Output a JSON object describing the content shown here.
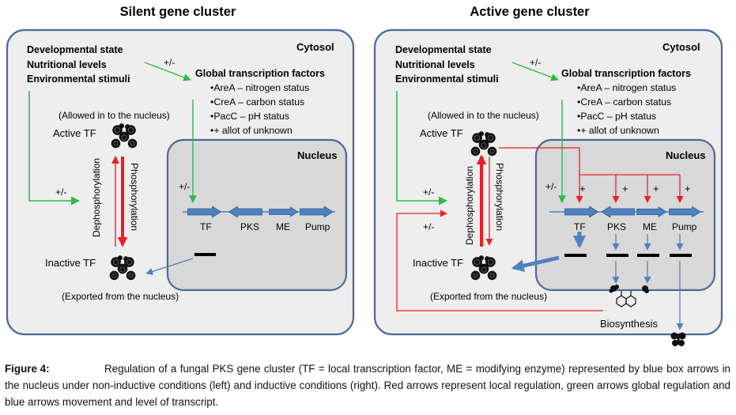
{
  "panels": [
    {
      "title": "Silent gene cluster",
      "cytosol_label": "Cytosol",
      "nucleus_label": "Nucleus",
      "stimuli": [
        "Developmental state",
        "Nutritional levels",
        "Environmental stimuli"
      ],
      "gtf_title": "Global transcription  factors",
      "gtf_items": [
        "AreA – nitrogen status",
        "CreA – carbon status",
        "PacC – pH status",
        "+ allot of unknown"
      ],
      "pm_top": "+/-",
      "pm_left": "+/-",
      "pm_nucleus": "+/-",
      "allowed_note": "(Allowed in to the nucleus)",
      "active_tf": "Active TF",
      "inactive_tf": "Inactive TF",
      "exported_note": "(Exported from the nucleus)",
      "dephos": "Dephosphorylation",
      "phos": "Phosphorylation",
      "genes": [
        "TF",
        "PKS",
        "ME",
        "Pump"
      ]
    },
    {
      "title": "Active gene cluster",
      "cytosol_label": "Cytosol",
      "nucleus_label": "Nucleus",
      "stimuli": [
        "Developmental state",
        "Nutritional levels",
        "Environmental stimuli"
      ],
      "gtf_title": "Global transcription  factors",
      "gtf_items": [
        "AreA – nitrogen status",
        "CreA – carbon status",
        "PacC – pH status",
        "+ allot of unknown"
      ],
      "pm_top": "+/-",
      "pm_left_a": "+/-",
      "pm_left_b": "+/-",
      "pm_nucleus": "+/-",
      "plus": "+",
      "allowed_note": "(Allowed in to the nucleus)",
      "active_tf": "Active TF",
      "inactive_tf": "Inactive TF",
      "exported_note": "(Exported from the nucleus)",
      "dephos": "Dephosphorylation",
      "phos": "Phosphorylation",
      "genes": [
        "TF",
        "PKS",
        "ME",
        "Pump"
      ],
      "biosynthesis": "Biosynthesis"
    }
  ],
  "caption": {
    "label": "Figure 4:",
    "text": "Regulation of a fungal PKS gene cluster (TF = local transcription factor, ME = modifying enzyme) represented by blue box arrows in the nucleus under non-inductive conditions (left) and inductive conditions (right). Red arrows represent local regulation, green arrows global regulation and blue arrows movement and level of transcript."
  },
  "colors": {
    "panel_fill": "#eeeeee",
    "nucleus_fill": "#d9d9d9",
    "border": "#4a6a96",
    "local_regulation": "#ee1c24",
    "global_regulation": "#2eb84a",
    "transcript": "#4f81bd"
  },
  "icons": [
    "tf-protein-icon",
    "metabolite-icon",
    "product-icon"
  ]
}
